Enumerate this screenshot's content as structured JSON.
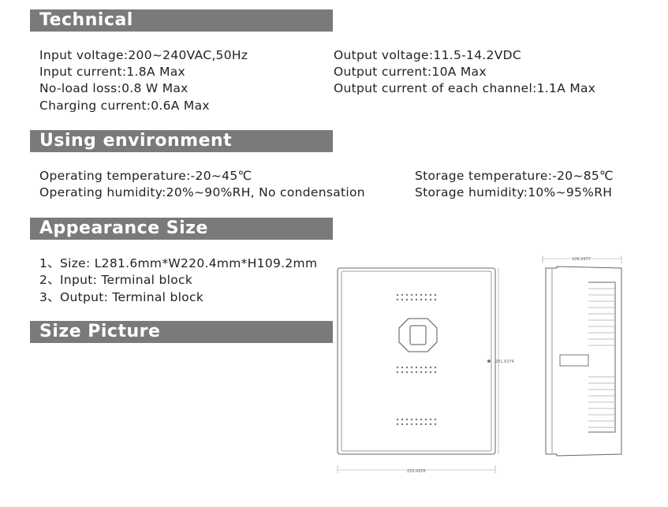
{
  "technical": {
    "title": "Technical",
    "left": [
      "Input voltage:200~240VAC,50Hz",
      "Input current:1.8A Max",
      "No-load loss:0.8 W Max",
      "Charging current:0.6A Max"
    ],
    "right": [
      "Output voltage:11.5-14.2VDC",
      "Output current:10A Max",
      "Output current of each channel:1.1A Max"
    ]
  },
  "environment": {
    "title": "Using environment",
    "left": [
      "Operating temperature:-20~45℃",
      "Operating humidity:20%~90%RH, No condensation"
    ],
    "right": [
      "Storage temperature:-20~85℃",
      "Storage humidity:10%~95%RH"
    ]
  },
  "appearance": {
    "title": "Appearance Size",
    "items": [
      "1、Size: L281.6mm*W220.4mm*H109.2mm",
      "2、Input: Terminal block",
      "3、Output: Terminal block"
    ]
  },
  "size_picture": {
    "title": "Size Picture",
    "dim_width": "220.4205",
    "dim_height": "281.6374",
    "dim_depth": "109.2977"
  }
}
